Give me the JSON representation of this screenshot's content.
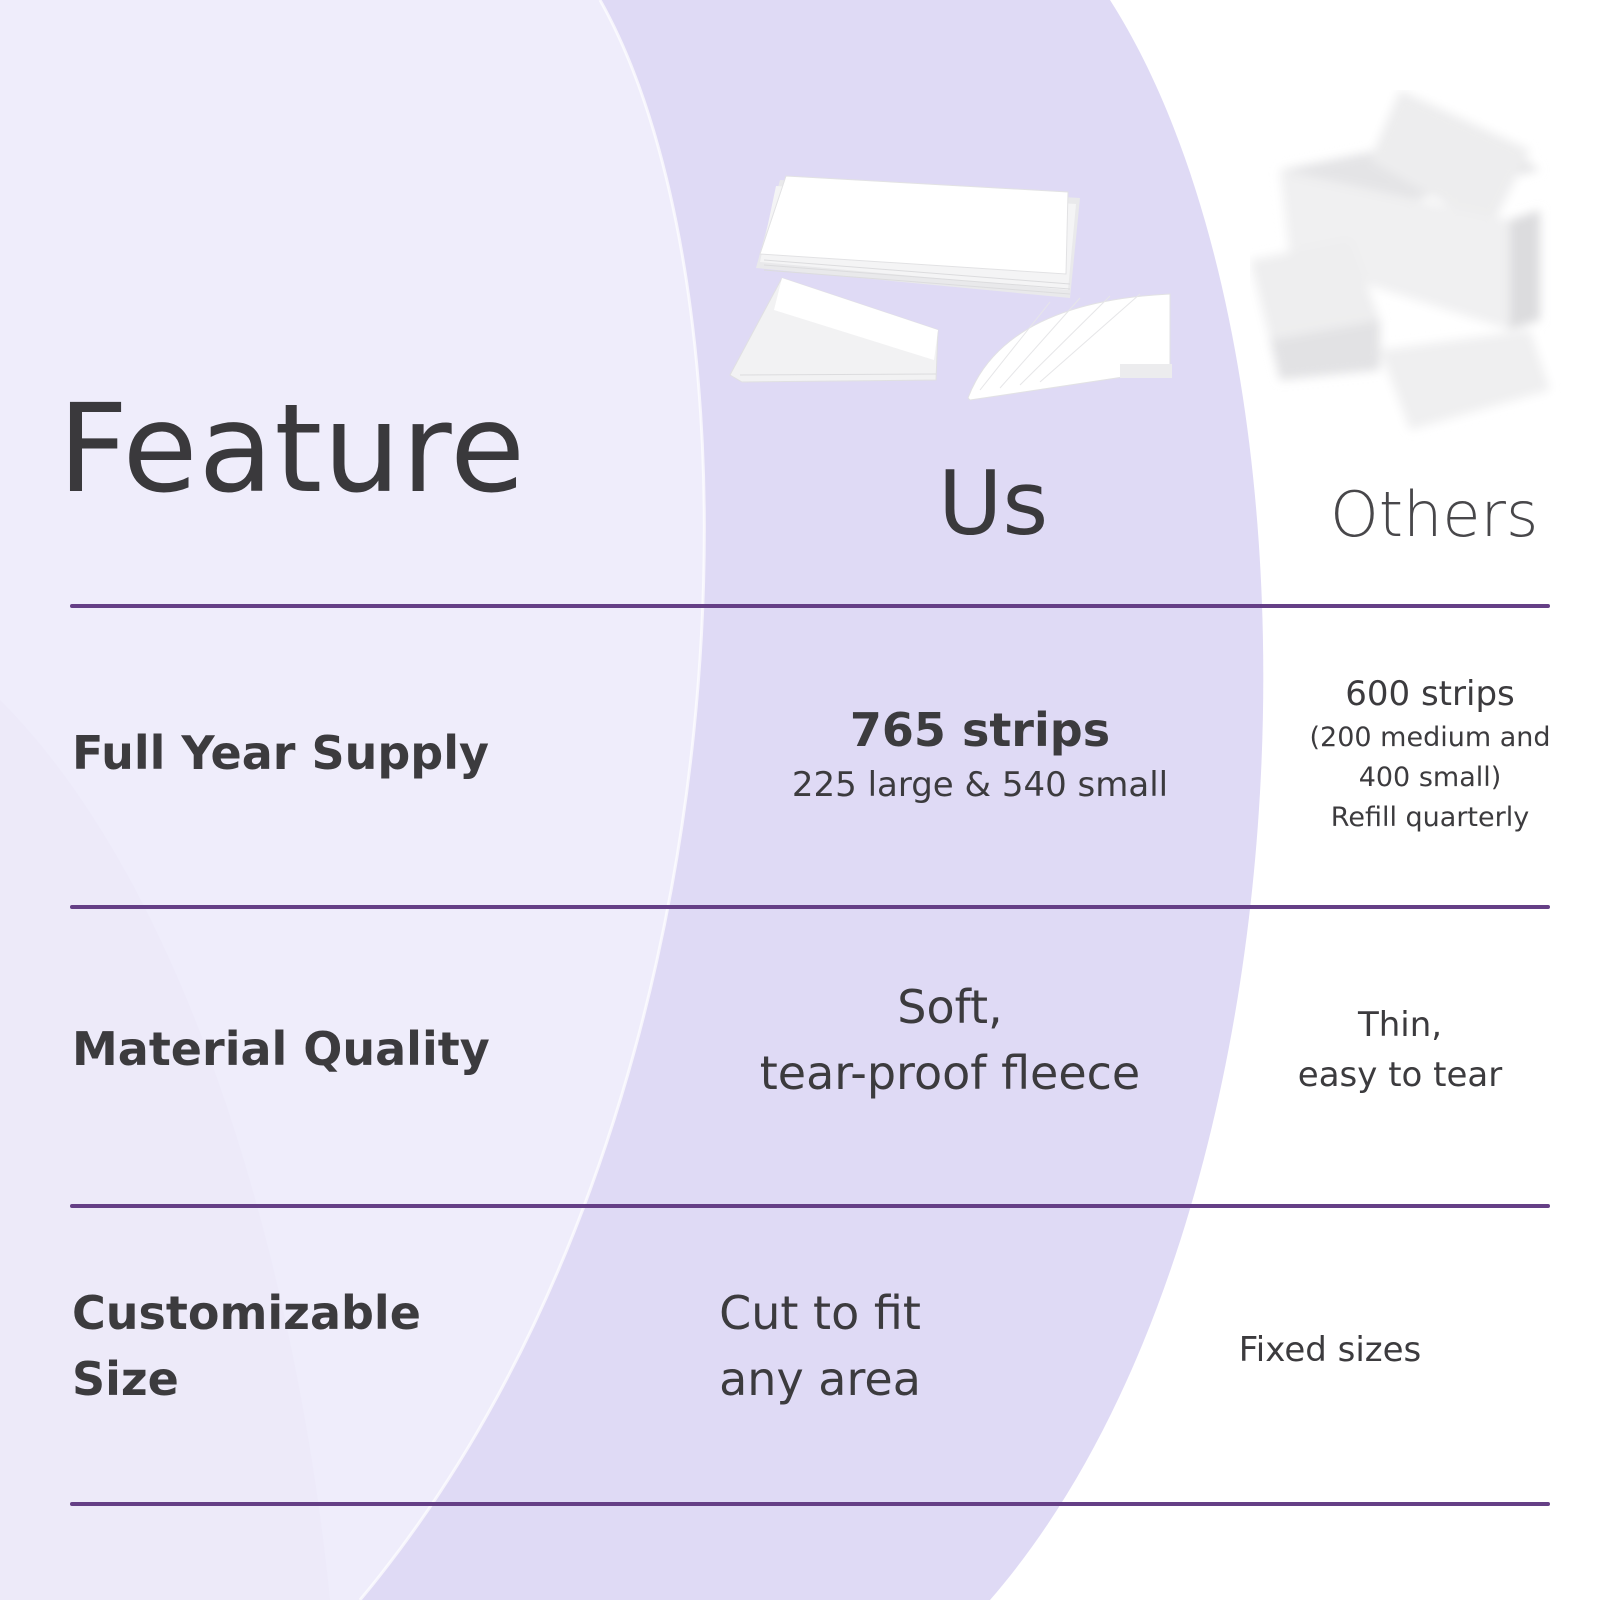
{
  "header": {
    "feature_title": "Feature",
    "us_title": "Us",
    "others_title": "Others"
  },
  "rows": [
    {
      "label": "Full Year Supply",
      "us": {
        "line1": "765 strips",
        "line2": "225 large & 540 small"
      },
      "others": {
        "line1": "600 strips",
        "line2": "(200 medium and",
        "line3": "400 small)",
        "line4": "Refill quarterly"
      }
    },
    {
      "label": "Material Quality",
      "us": {
        "line1": "Soft,",
        "line2": "tear-proof fleece"
      },
      "others": {
        "line1": "Thin,",
        "line2": "easy to tear"
      }
    },
    {
      "label_line1": "Customizable",
      "label_line2": "Size",
      "us": {
        "line1": "Cut to fit",
        "line2": "any area"
      },
      "others": {
        "line1": "Fixed sizes"
      }
    }
  ],
  "colors": {
    "lavender_light": "#efedfb",
    "lavender_mid": "#dfdaf5",
    "divider": "#653f86",
    "text": "#3c3b3e"
  }
}
